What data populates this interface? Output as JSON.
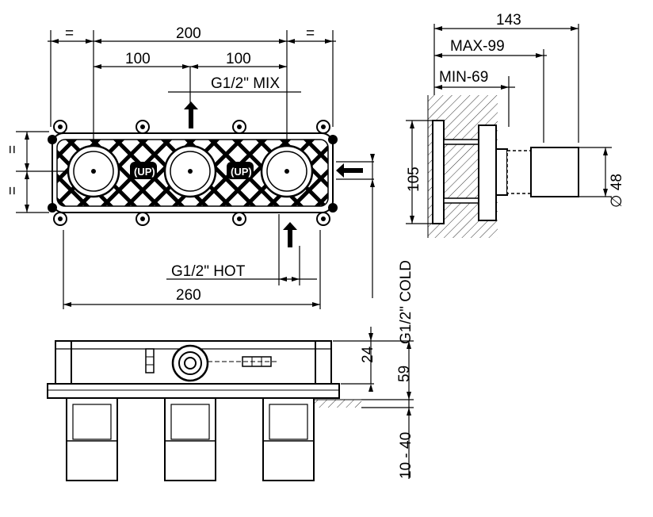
{
  "drawing": {
    "front_view": {
      "dims": {
        "equal_left": "=",
        "overall_top": "200",
        "equal_right": "=",
        "half_left": "100",
        "half_right": "100",
        "mix_port": "G1/2\" MIX",
        "hot_port": "G1/2\" HOT",
        "cold_port": "G1/2\" COLD",
        "overall_bottom": "260",
        "equal_v_top": "=",
        "equal_v_bottom": "="
      },
      "badges": [
        "(UP)",
        "(UP)"
      ]
    },
    "side_view": {
      "dims": {
        "total": "143",
        "max": "MAX-99",
        "min": "MIN-69",
        "height": "105",
        "diameter": "∅ 48"
      }
    },
    "bottom_view": {
      "dims": {
        "d24": "24",
        "d59": "59",
        "range": "10 - 40"
      }
    }
  }
}
